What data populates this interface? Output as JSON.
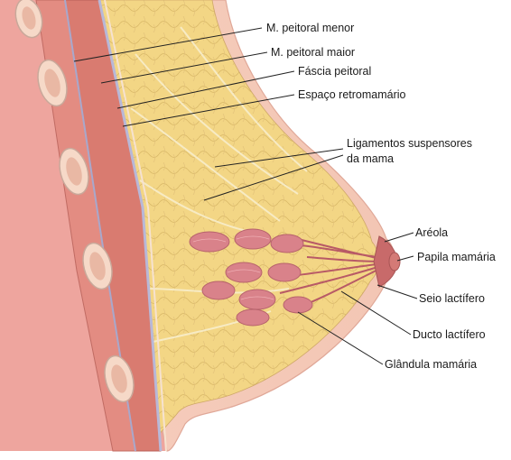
{
  "labels": {
    "peitoral_menor": "M. peitoral menor",
    "peitoral_maior": "M. peitoral maior",
    "fascia_peitoral": "Fáscia peitoral",
    "espaco_retromamario": "Espaço retromamário",
    "ligamentos_line1": "Ligamentos suspensores",
    "ligamentos_line2": "da mama",
    "areola": "Aréola",
    "papila_mamaria": "Papila mamária",
    "seio_lactifero": "Seio lactífero",
    "ducto_lactifero": "Ducto lactífero",
    "glandula_mamaria": "Glândula mamária"
  },
  "colors": {
    "skin": "#f2c4b4",
    "skin_edge": "#e0a898",
    "chest_wall": "#eaa29a",
    "muscle": "#d97b70",
    "rib": "#f6d9c8",
    "fat": "#f3d685",
    "fat_lines": "#d9b867",
    "gland_lobe": "#d9828a",
    "ducts": "#b85a66",
    "areola": "#c86a6a",
    "leader": "#222222"
  }
}
